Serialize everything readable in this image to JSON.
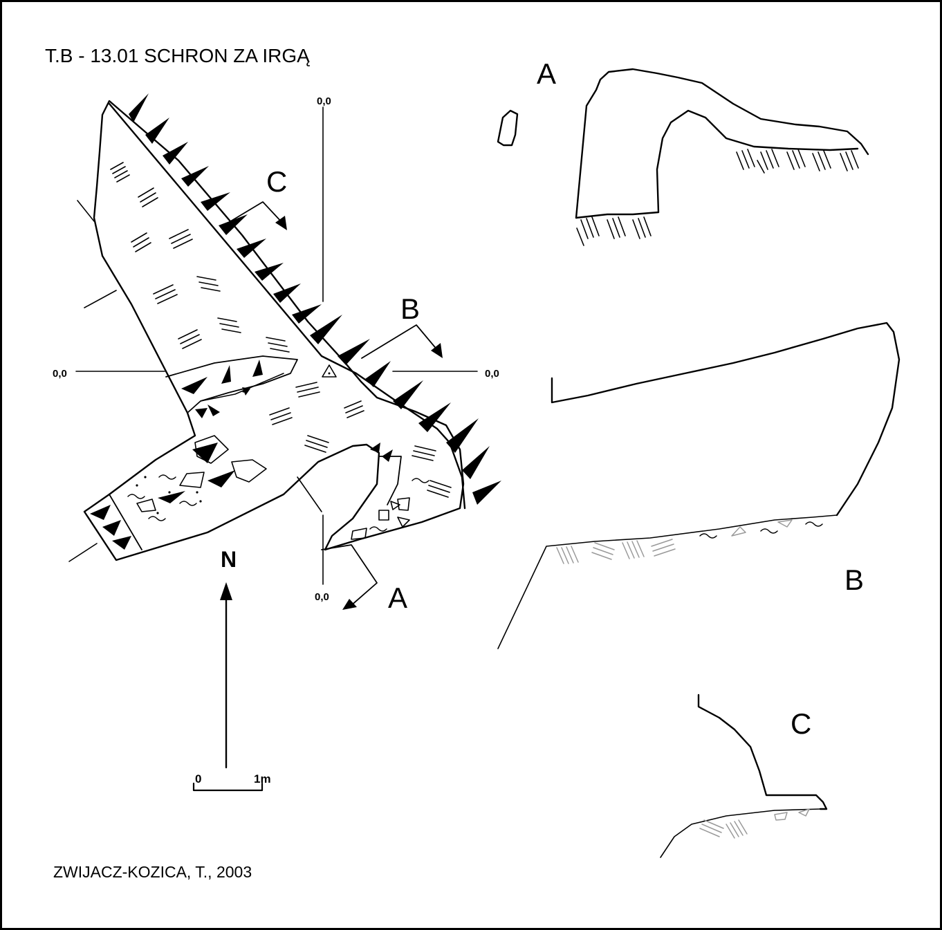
{
  "title": "T.B - 13.01  SCHRON ZA  IRGĄ",
  "author": "ZWIJACZ-KOZICA, T., 2003",
  "north_label": "N",
  "scale": {
    "zero": "0",
    "one": "1m"
  },
  "datum_label": "0,0",
  "sections": {
    "a": "A",
    "b": "B",
    "c": "C"
  },
  "icons": {
    "wall_triangle": "black-triangle-icon",
    "rock_debris": "hatched-square-icon",
    "boulder": "polygon-outline-icon",
    "clay": "wavy-line-icon",
    "survey_station": "triangle-dot-icon"
  },
  "colors": {
    "ink": "#000000",
    "faint": "#999999",
    "background": "#ffffff"
  }
}
